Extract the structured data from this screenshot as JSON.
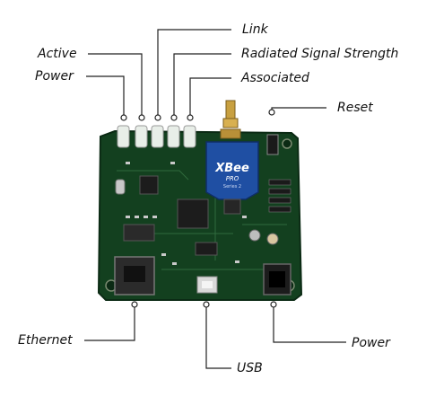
{
  "labels": {
    "link": "Link",
    "active": "Active",
    "radiated_signal_strength": "Radiated Signal Strength",
    "power_top": "Power",
    "associated": "Associated",
    "reset": "Reset",
    "ethernet": "Ethernet",
    "power_bottom": "Power",
    "usb": "USB"
  },
  "module": {
    "brand": "XBee",
    "model": "PRO",
    "series": "Series 2"
  },
  "colors": {
    "pcb": "#13401f",
    "pcb_edge": "#0b2a14",
    "xbee_blue": "#1f4fa3",
    "gold": "#c8a040"
  }
}
